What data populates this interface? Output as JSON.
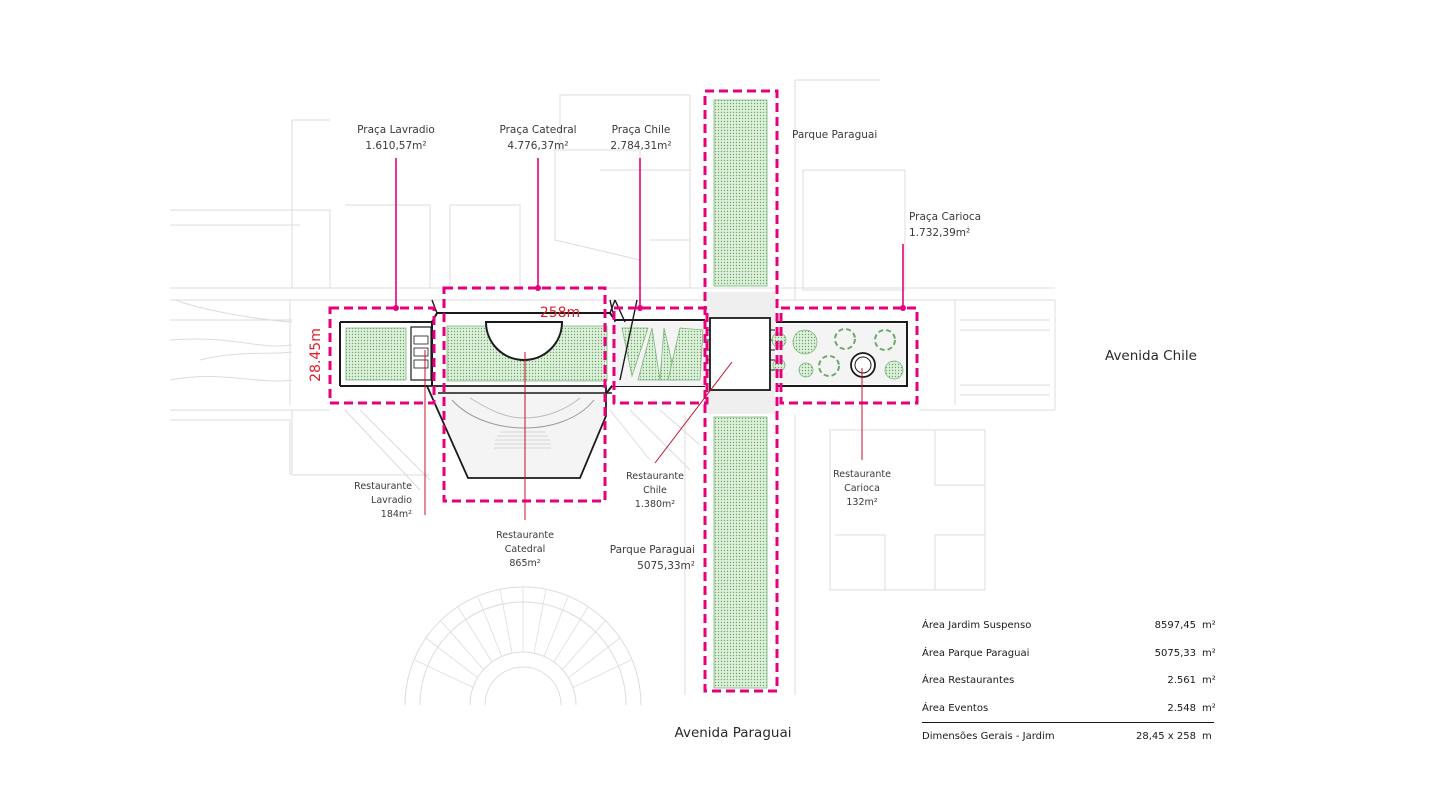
{
  "zones": {
    "praca_lavradio": {
      "name": "Praça Lavradio",
      "area": "1.610,57m²"
    },
    "praca_catedral": {
      "name": "Praça Catedral",
      "area": "4.776,37m²"
    },
    "praca_chile": {
      "name": "Praça Chile",
      "area": "2.784,31m²"
    },
    "parque_paraguai_top": {
      "name": "Parque Paraguai"
    },
    "praca_carioca": {
      "name": "Praça Carioca",
      "area": "1.732,39m²"
    },
    "parque_paraguai_bottom": {
      "name": "Parque Paraguai",
      "area": "5075,33m²"
    }
  },
  "restaurants": {
    "lavradio": {
      "line1": "Restaurante",
      "line2": "Lavradio",
      "area": "184m²"
    },
    "catedral": {
      "line1": "Restaurante",
      "line2": "Catedral",
      "area": "865m²"
    },
    "chile": {
      "line1": "Restaurante",
      "line2": "Chile",
      "area": "1.380m²"
    },
    "carioca": {
      "line1": "Restaurante",
      "line2": "Carioca",
      "area": "132m²"
    }
  },
  "dimensions": {
    "length": "258m",
    "width": "28.45m"
  },
  "streets": {
    "avenida_chile": "Avenida Chile",
    "avenida_paraguai": "Avenida Paraguai"
  },
  "areas_table": {
    "rows": [
      {
        "label": "Área Jardim Suspenso",
        "value": "8597,45",
        "unit": "m²"
      },
      {
        "label": "Área Parque Paraguai",
        "value": "5075,33",
        "unit": "m²"
      },
      {
        "label": "Área Restaurantes",
        "value": "2.561",
        "unit": "m²"
      },
      {
        "label": "Área Eventos",
        "value": "2.548",
        "unit": "m²"
      }
    ],
    "total": {
      "label": "Dimensões Gerais - Jardim",
      "value": "28,45 x 258",
      "unit": "m"
    }
  },
  "colors": {
    "zone_outline": "#e6007e",
    "leader_restaurant": "#c8102e",
    "garden": "#8fc98f"
  }
}
